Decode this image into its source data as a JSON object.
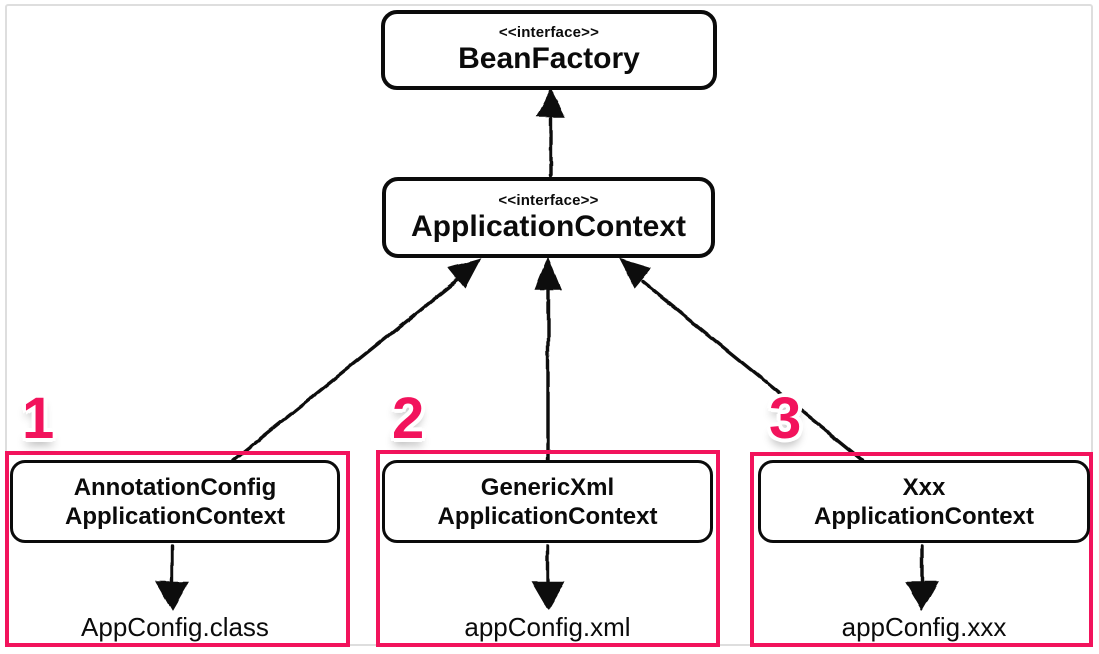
{
  "diagram": {
    "nodes": {
      "bean_factory": {
        "stereotype": "<<interface>>",
        "name": "BeanFactory"
      },
      "application_context": {
        "stereotype": "<<interface>>",
        "name": "ApplicationContext"
      }
    },
    "groups": [
      {
        "badge": "1",
        "class_line1": "AnnotationConfig",
        "class_line2": "ApplicationContext",
        "artifact": "AppConfig.class"
      },
      {
        "badge": "2",
        "class_line1": "GenericXml",
        "class_line2": "ApplicationContext",
        "artifact": "appConfig.xml"
      },
      {
        "badge": "3",
        "class_line1": "Xxx",
        "class_line2": "ApplicationContext",
        "artifact": "appConfig.xxx"
      }
    ],
    "relations": [
      "ApplicationContext extends BeanFactory",
      "AnnotationConfigApplicationContext implements ApplicationContext",
      "GenericXmlApplicationContext implements ApplicationContext",
      "XxxApplicationContext implements ApplicationContext"
    ],
    "colors": {
      "accent_pink": "#F2135C",
      "diagram_black": "#0B0B0B",
      "frame_gray": "#DEDEDE",
      "background": "#FFFFFF"
    }
  }
}
